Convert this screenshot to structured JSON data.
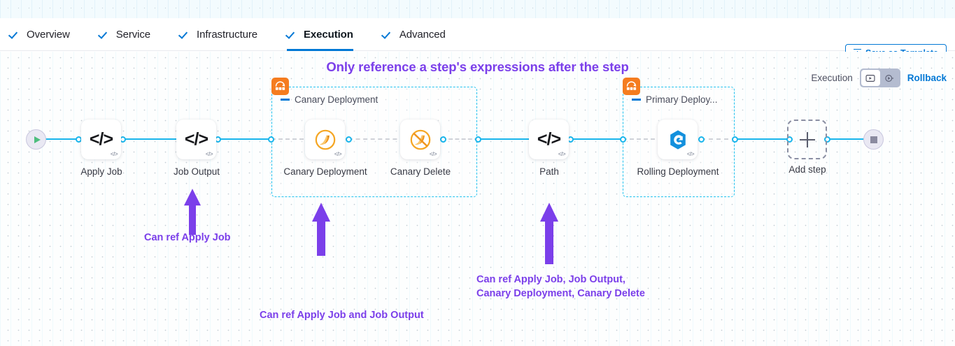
{
  "tabs": [
    {
      "label": "Overview",
      "active": false
    },
    {
      "label": "Service",
      "active": false
    },
    {
      "label": "Infrastructure",
      "active": false
    },
    {
      "label": "Execution",
      "active": true
    },
    {
      "label": "Advanced",
      "active": false
    }
  ],
  "header": {
    "save_template_label": "Save as Template"
  },
  "banner": {
    "text": "Only reference a step's expressions after the step"
  },
  "mode_switch": {
    "execution_label": "Execution",
    "rollback_label": "Rollback",
    "execution_selected": true
  },
  "graph": {
    "start_node": "start",
    "end_node": "end",
    "add_step_label": "Add step",
    "steps": [
      {
        "id": "apply-job",
        "label": "Apply Job",
        "icon": "code-icon"
      },
      {
        "id": "job-output",
        "label": "Job Output",
        "icon": "code-icon"
      },
      {
        "id": "canary-deployment",
        "label": "Canary\nDeployment",
        "icon": "canary-bird-icon"
      },
      {
        "id": "canary-delete",
        "label": "Canary Delete",
        "icon": "canary-bird-delete-icon"
      },
      {
        "id": "path",
        "label": "Path",
        "icon": "code-icon"
      },
      {
        "id": "rolling-deployment",
        "label": "Rolling\nDeployment",
        "icon": "rolling-deployment-icon"
      }
    ],
    "groups": [
      {
        "id": "canary-deployment-group",
        "label": "Canary Deployment",
        "badge_icon": "step-group-icon"
      },
      {
        "id": "primary-deployment-group",
        "label": "Primary Deploy...",
        "badge_icon": "step-group-icon"
      }
    ]
  },
  "annotations": [
    {
      "id": "note-job-output",
      "text": "Can ref Apply Job"
    },
    {
      "id": "note-canary-deployment",
      "text": "Can ref Apply Job and Job Output"
    },
    {
      "id": "note-path",
      "text": "Can ref Apply Job, Job Output,\nCanary Deployment, Canary Delete"
    }
  ],
  "colors": {
    "accent_blue": "#0278d5",
    "rail_cyan": "#18b5ec",
    "group_border": "#21c1ee",
    "annotation_purple": "#7b3fea",
    "badge_orange": "#f57c1f",
    "canary_orange": "#f5a623",
    "rolling_blue": "#1390dd",
    "play_green": "#4dbd7d"
  }
}
